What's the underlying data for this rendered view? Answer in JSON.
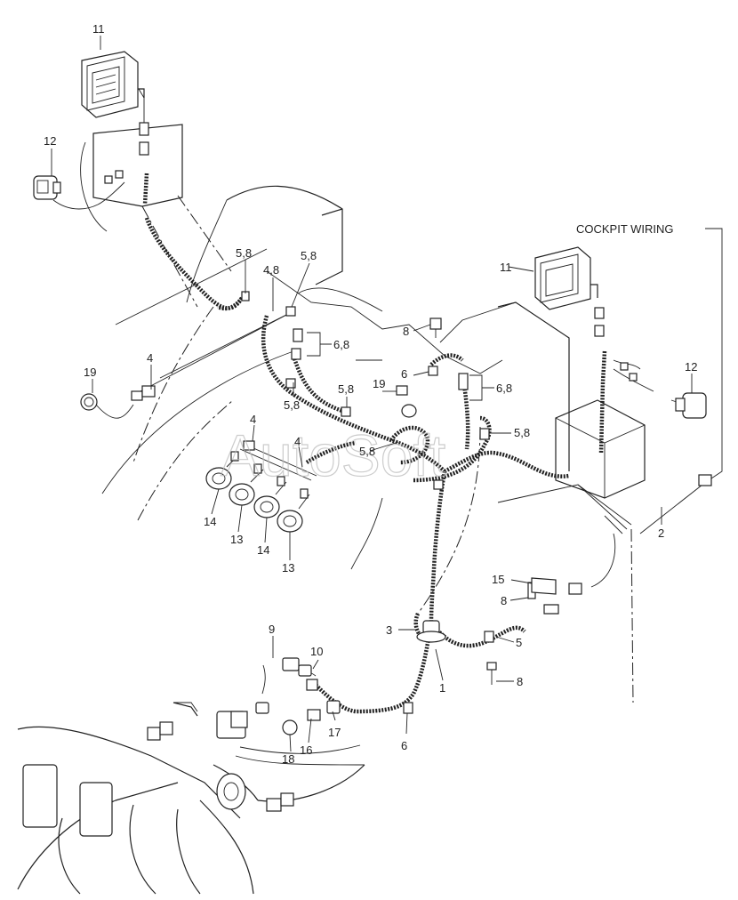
{
  "diagram": {
    "title": "COCKPIT WIRING",
    "watermark": "AutoSoft",
    "callouts": [
      {
        "id": "c11a",
        "text": "11"
      },
      {
        "id": "c12a",
        "text": "12"
      },
      {
        "id": "c58a",
        "text": "5,8"
      },
      {
        "id": "c48",
        "text": "4,8"
      },
      {
        "id": "c58b",
        "text": "5,8"
      },
      {
        "id": "c11b",
        "text": "11"
      },
      {
        "id": "c8a",
        "text": "8"
      },
      {
        "id": "c68a",
        "text": "6,8"
      },
      {
        "id": "c4a",
        "text": "4"
      },
      {
        "id": "c19a",
        "text": "19"
      },
      {
        "id": "c58c",
        "text": "5,8"
      },
      {
        "id": "c6a",
        "text": "6"
      },
      {
        "id": "c58d",
        "text": "5,8"
      },
      {
        "id": "c19b",
        "text": "19"
      },
      {
        "id": "c68b",
        "text": "6,8"
      },
      {
        "id": "c12b",
        "text": "12"
      },
      {
        "id": "c4b",
        "text": "4"
      },
      {
        "id": "c58e",
        "text": "5,8"
      },
      {
        "id": "c4c",
        "text": "4"
      },
      {
        "id": "c58f",
        "text": "5,8"
      },
      {
        "id": "c14a",
        "text": "14"
      },
      {
        "id": "c13a",
        "text": "13"
      },
      {
        "id": "c14b",
        "text": "14"
      },
      {
        "id": "c13b",
        "text": "13"
      },
      {
        "id": "c2",
        "text": "2"
      },
      {
        "id": "c15",
        "text": "15"
      },
      {
        "id": "c8b",
        "text": "8"
      },
      {
        "id": "c3",
        "text": "3"
      },
      {
        "id": "c9",
        "text": "9"
      },
      {
        "id": "c10",
        "text": "10"
      },
      {
        "id": "c5",
        "text": "5"
      },
      {
        "id": "c1",
        "text": "1"
      },
      {
        "id": "c8c",
        "text": "8"
      },
      {
        "id": "c17",
        "text": "17"
      },
      {
        "id": "c16",
        "text": "16"
      },
      {
        "id": "c18",
        "text": "18"
      },
      {
        "id": "c6b",
        "text": "6"
      }
    ]
  }
}
